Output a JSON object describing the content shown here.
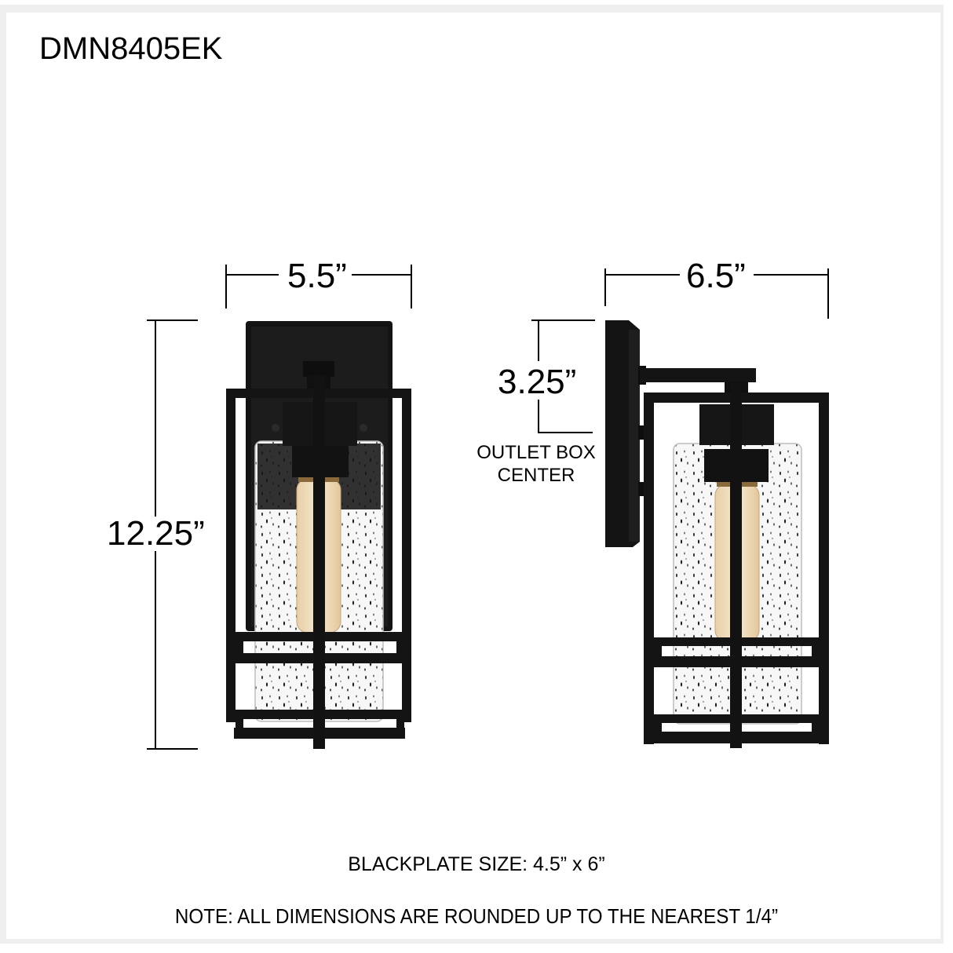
{
  "header": {
    "model_number": "DMN8405EK"
  },
  "front_view": {
    "width_label": "5.5”",
    "height_label": "12.25”"
  },
  "side_view": {
    "depth_label": "6.5”",
    "outlet_box_label": "3.25”",
    "outlet_box_caption_line1": "OUTLET BOX",
    "outlet_box_caption_line2": "CENTER"
  },
  "footer": {
    "backplate_size": "BLACKPLATE SIZE: 4.5” x 6”",
    "note": "NOTE: ALL DIMENSIONS ARE ROUNDED UP TO THE NEAREST 1/4”"
  },
  "colors": {
    "metal": "#151515",
    "glass_tint": "#f4f4f4",
    "bulb": "#f0dcbc",
    "frame_border": "#efefef"
  }
}
